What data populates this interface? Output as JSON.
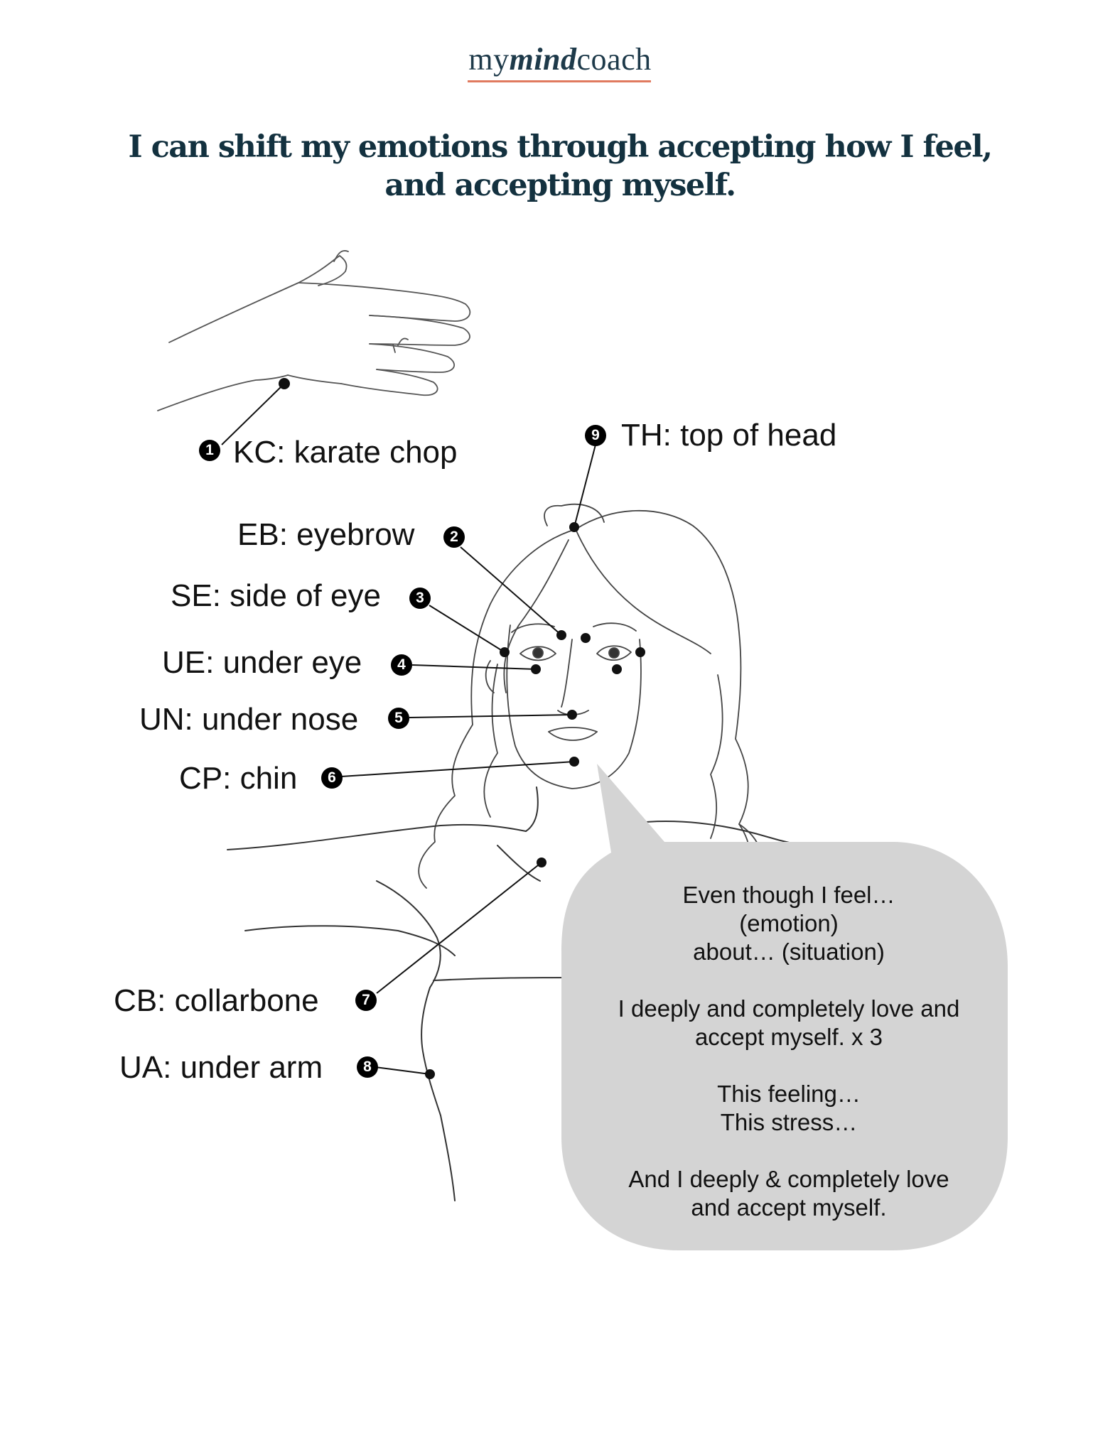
{
  "brand": {
    "pre": "my",
    "mid": "mind",
    "post": "coach"
  },
  "title": {
    "line1": "I can shift my emotions through accepting how I feel,",
    "line2": "and accepting myself."
  },
  "points": [
    {
      "num": "1",
      "label": "KC: karate chop"
    },
    {
      "num": "2",
      "label": "EB: eyebrow"
    },
    {
      "num": "3",
      "label": "SE: side of eye"
    },
    {
      "num": "4",
      "label": "UE: under eye"
    },
    {
      "num": "5",
      "label": "UN: under nose"
    },
    {
      "num": "6",
      "label": "CP: chin"
    },
    {
      "num": "7",
      "label": "CB: collarbone"
    },
    {
      "num": "8",
      "label": "UA: under arm"
    },
    {
      "num": "9",
      "label": "TH: top of head"
    }
  ],
  "bubble": {
    "lines": [
      "Even though I feel…",
      "(emotion)",
      "about… (situation)",
      "",
      "I deeply and completely love and",
      "accept myself. x 3",
      "",
      "This feeling…",
      "This stress…",
      "",
      "And I deeply & completely love",
      "and accept myself."
    ]
  }
}
